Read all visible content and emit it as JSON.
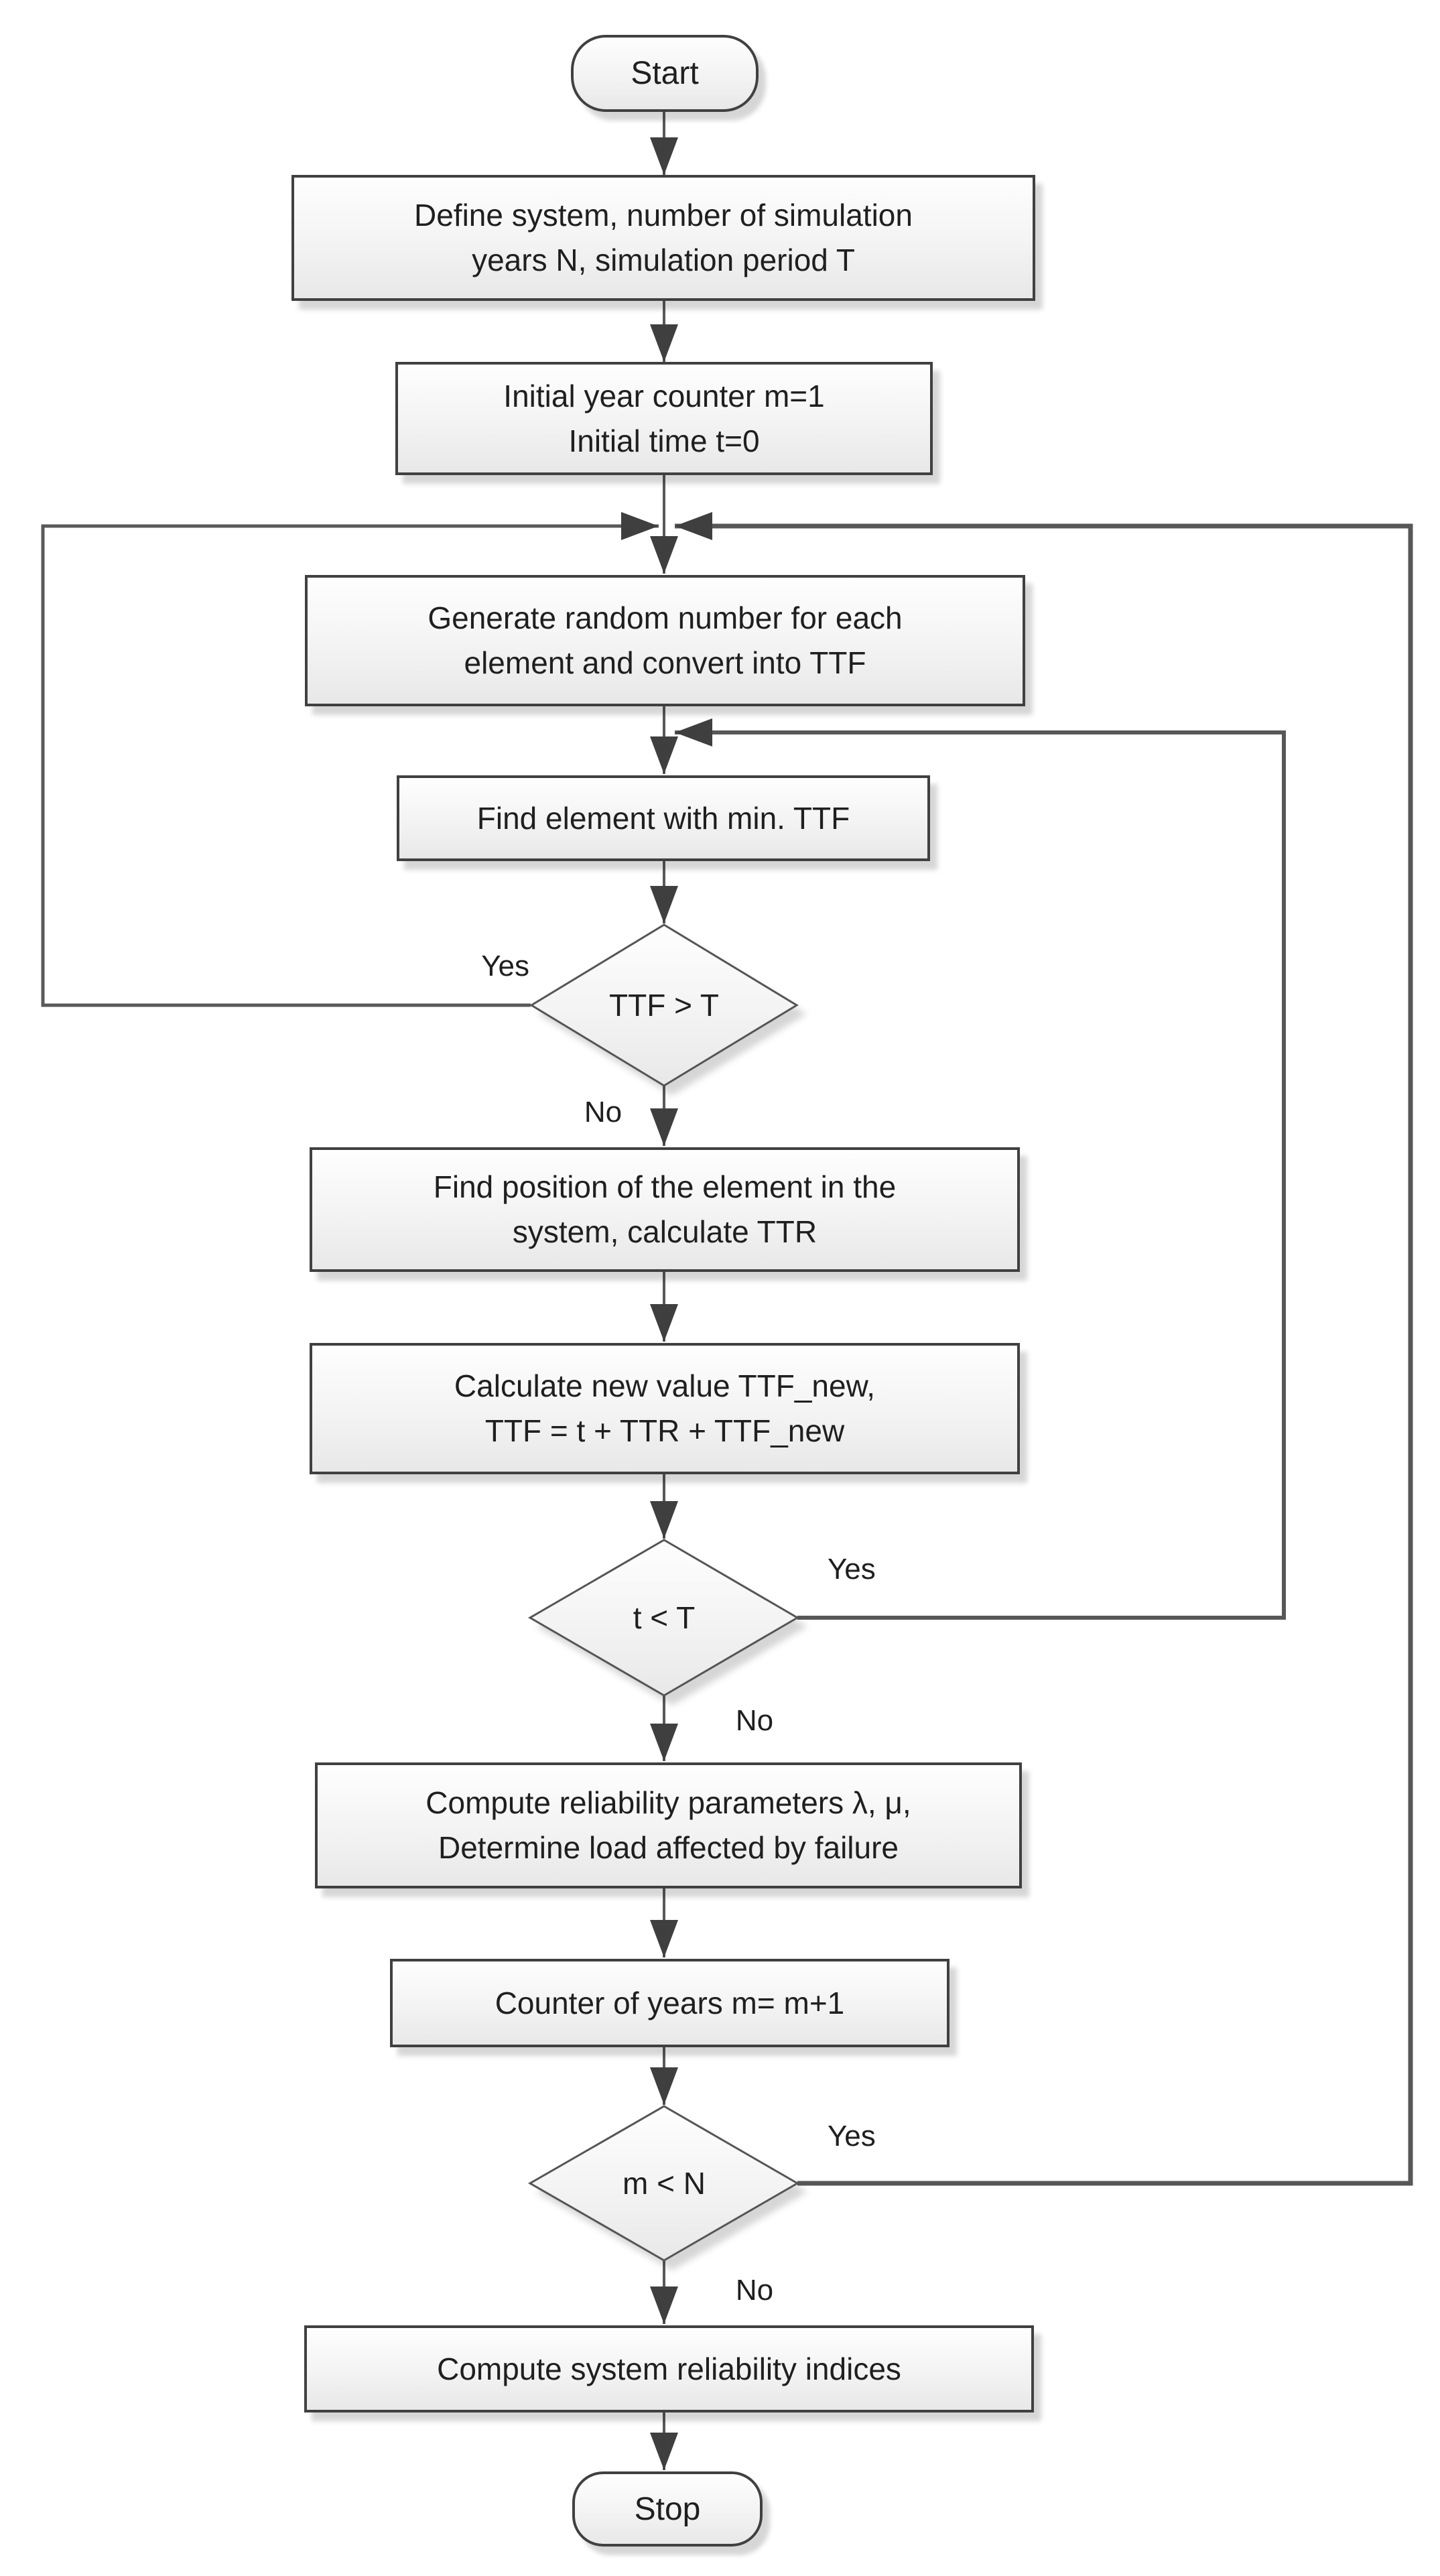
{
  "flowchart": {
    "nodes": {
      "start": {
        "type": "terminator",
        "label": "Start"
      },
      "define_system": {
        "type": "process",
        "lines": [
          "Define system, number of simulation",
          "years N, simulation period T"
        ]
      },
      "init_counters": {
        "type": "process",
        "lines": [
          "Initial year counter m=1",
          "Initial time t=0"
        ]
      },
      "generate_random": {
        "type": "process",
        "lines": [
          "Generate random number for each",
          "element and convert into TTF"
        ]
      },
      "find_min_ttf": {
        "type": "process",
        "label": "Find element with min. TTF"
      },
      "ttf_gt_t": {
        "type": "decision",
        "label": "TTF > T"
      },
      "find_position": {
        "type": "process",
        "lines": [
          "Find position of the element in the",
          "system, calculate TTR"
        ]
      },
      "calc_new_ttf": {
        "type": "process",
        "lines": [
          "Calculate new value TTF_new,",
          "TTF = t + TTR + TTF_new"
        ]
      },
      "t_lt_t": {
        "type": "decision",
        "label": "t < T"
      },
      "compute_params": {
        "type": "process",
        "lines": [
          "Compute reliability parameters λ, μ,",
          "Determine load affected by failure"
        ]
      },
      "increment_counter": {
        "type": "process",
        "label": "Counter of years m= m+1"
      },
      "m_lt_n": {
        "type": "decision",
        "label": "m < N"
      },
      "compute_indices": {
        "type": "process",
        "label": "Compute system reliability indices"
      },
      "stop": {
        "type": "terminator",
        "label": "Stop"
      }
    },
    "edge_labels": {
      "ttf_yes": "Yes",
      "ttf_no": "No",
      "t_yes": "Yes",
      "t_no": "No",
      "m_yes": "Yes",
      "m_no": "No"
    },
    "colors": {
      "connector": "#595959",
      "arrowhead": "#3f3f3f",
      "shape_border": "#404040",
      "shape_fill_top": "#fefefe",
      "shape_fill_bottom": "#e8e8e8",
      "text": "#1f1f1f",
      "background": "#ffffff"
    }
  }
}
